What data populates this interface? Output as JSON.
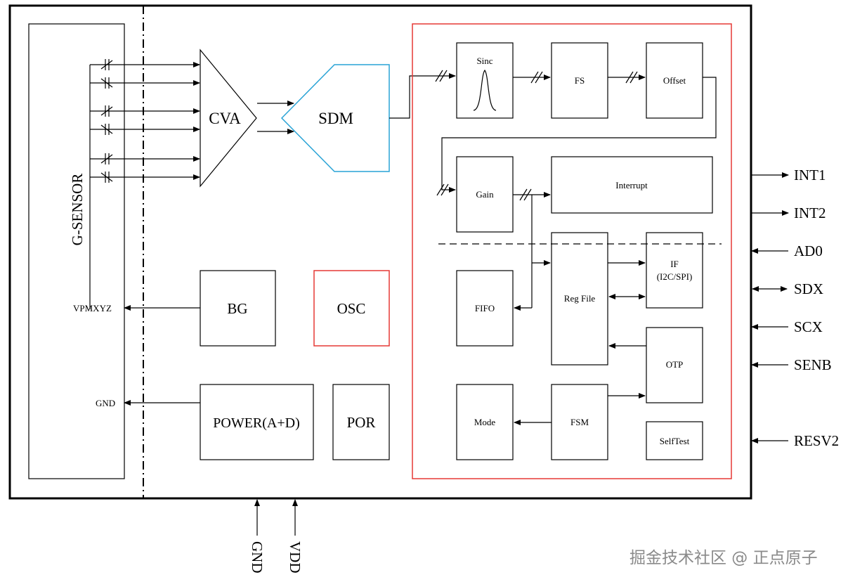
{
  "sensor": {
    "label": "G-SENSOR",
    "vpm_pin": "VPMXYZ",
    "gnd_pin": "GND"
  },
  "analog": {
    "cva": "CVA",
    "sdm": "SDM",
    "bg": "BG",
    "osc": "OSC",
    "power": "POWER(A+D)",
    "por": "POR"
  },
  "digital": {
    "sinc": "Sinc",
    "fs": "FS",
    "offset": "Offset",
    "gain": "Gain",
    "interrupt": "Interrupt",
    "fifo": "FIFO",
    "reg_file": "Reg File",
    "if_line1": "IF",
    "if_line2": "(I2C/SPI)",
    "otp": "OTP",
    "mode": "Mode",
    "fsm": "FSM",
    "selftest": "SelfTest"
  },
  "pins": {
    "int1": "INT1",
    "int2": "INT2",
    "ad0": "AD0",
    "sdx": "SDX",
    "scx": "SCX",
    "senb": "SENB",
    "resv2": "RESV2",
    "gnd": "GND",
    "vdd": "VDD"
  },
  "colors": {
    "digital_border": "#e53935",
    "sdm_border": "#29a3d6",
    "osc_border": "#e53935"
  },
  "watermark": "掘金技术社区 @ 正点原子"
}
